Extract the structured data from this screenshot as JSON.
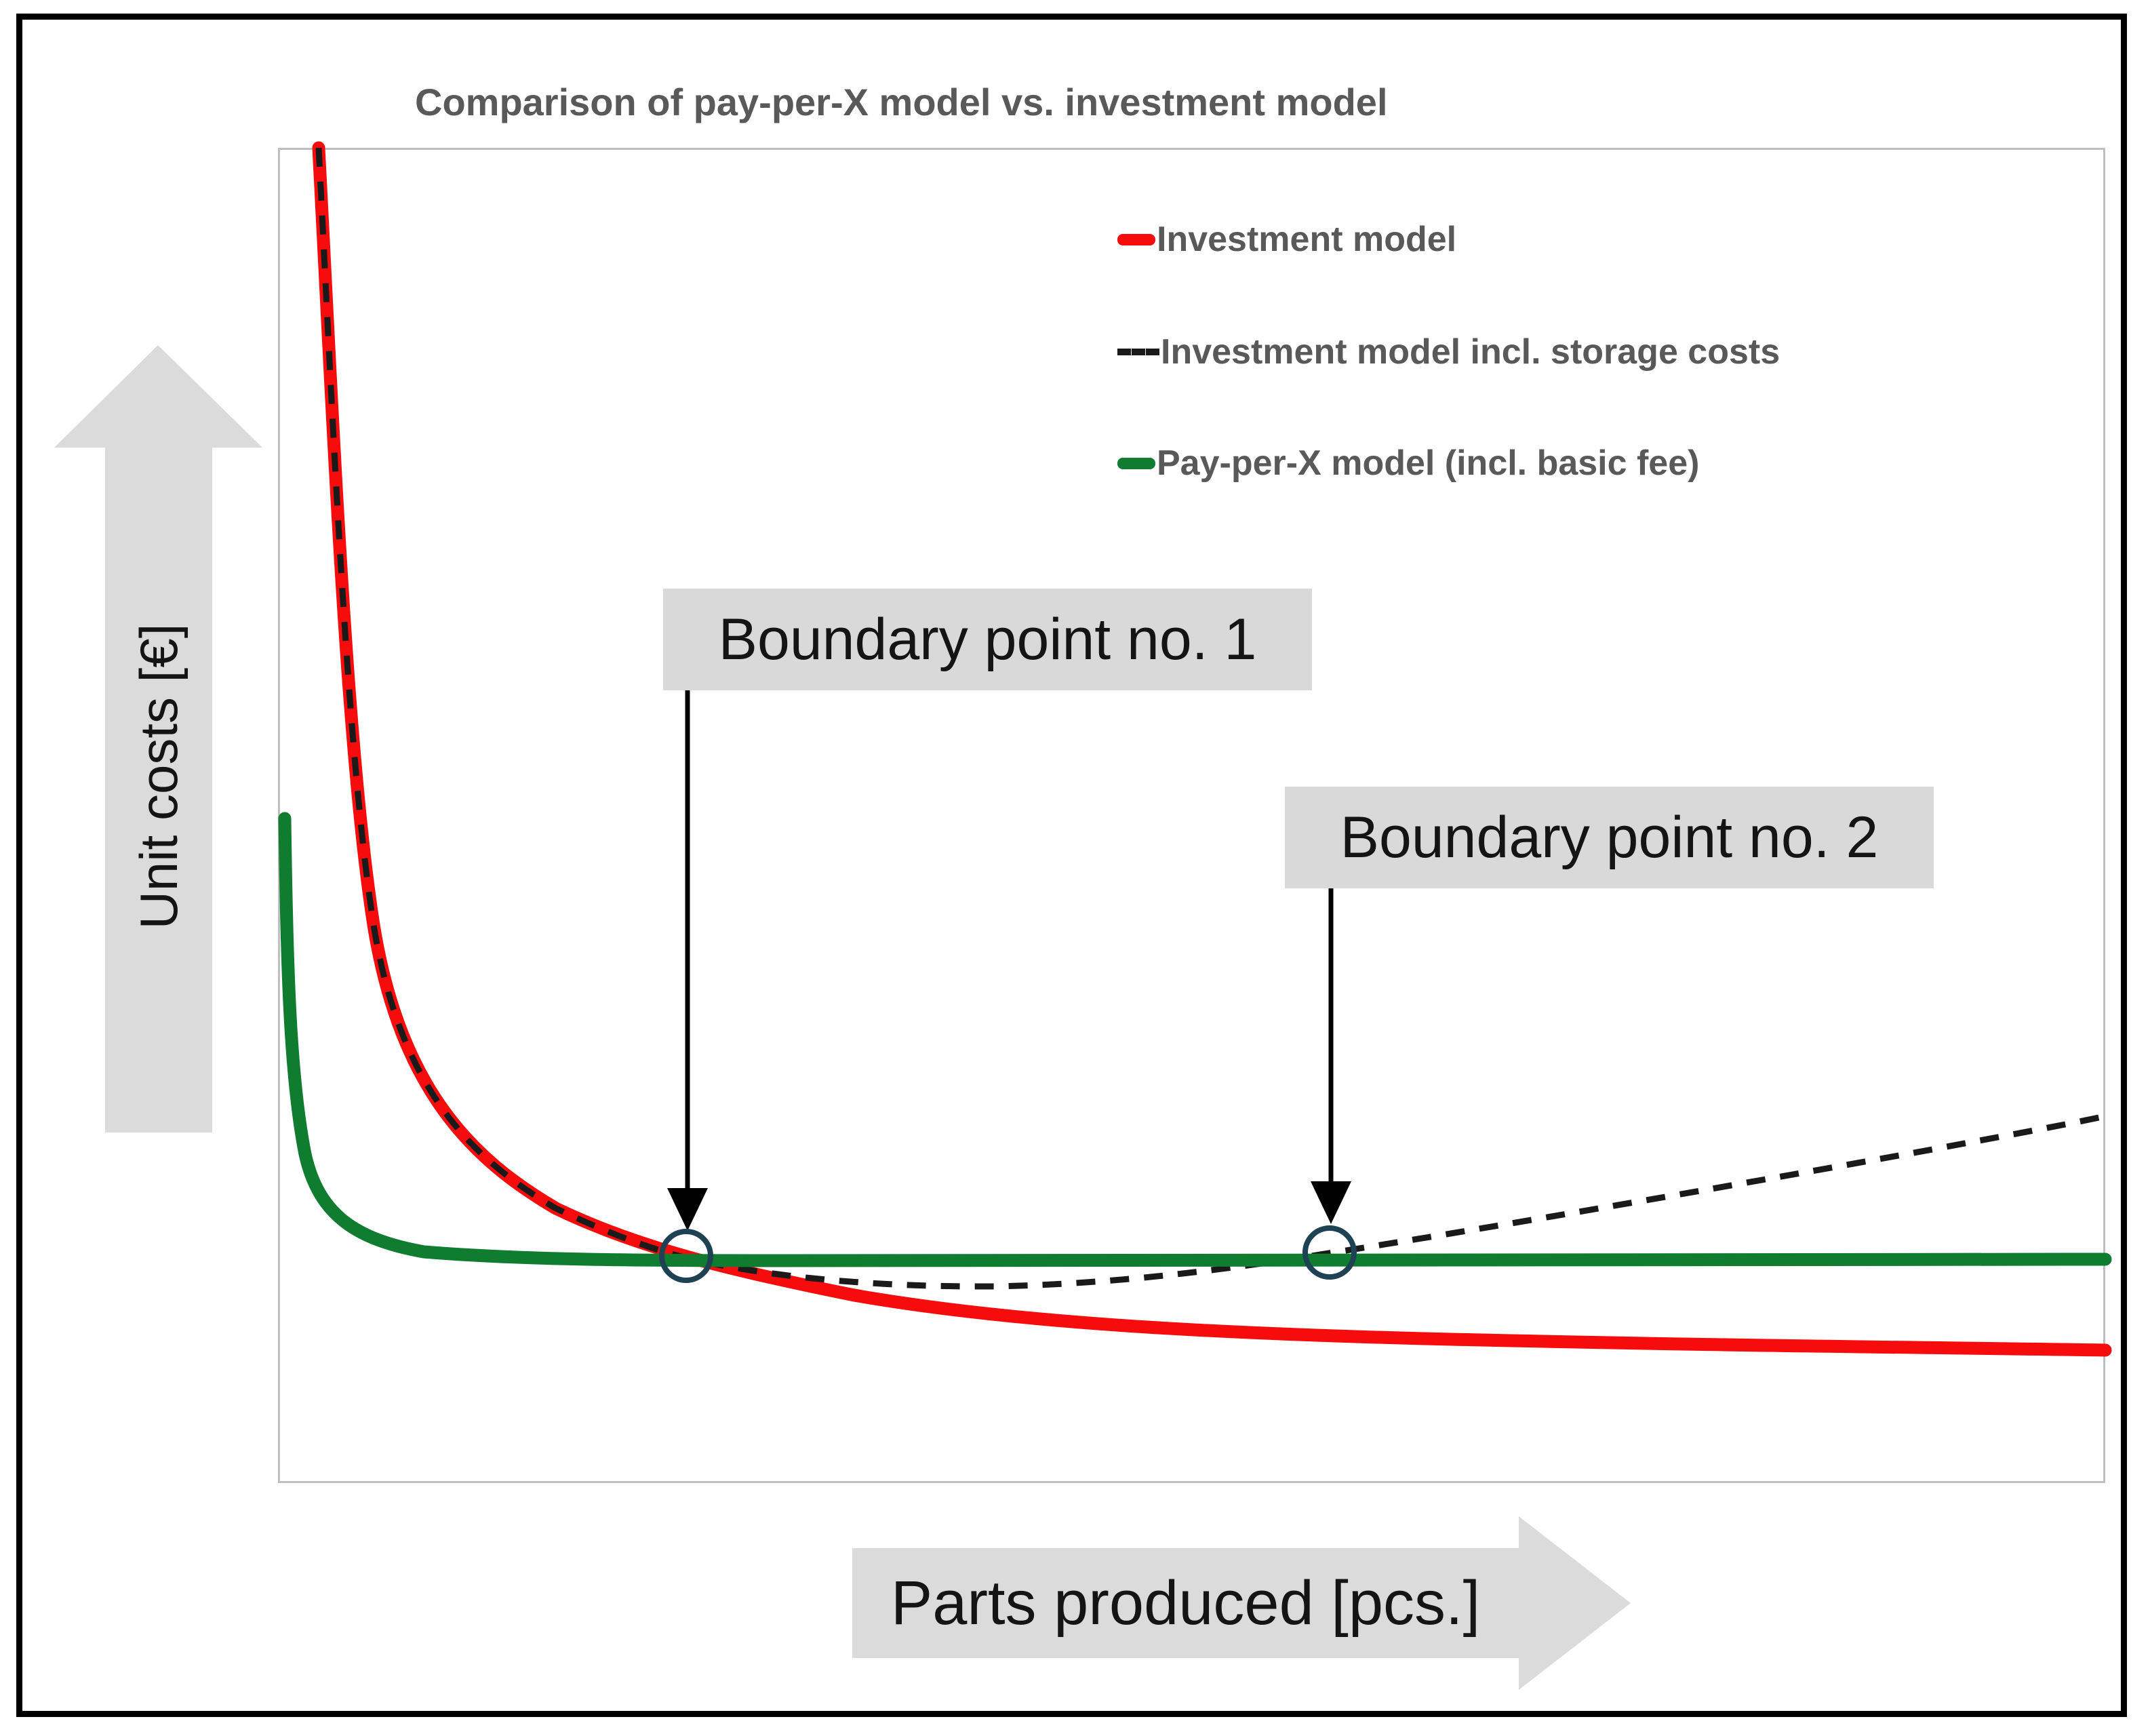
{
  "title": "Comparison of pay-per-X model vs. investment model",
  "axes": {
    "y_label": "Unit costs [€]",
    "x_label": "Parts produced [pcs.]"
  },
  "legend": {
    "position": "top-right-inside",
    "items": [
      {
        "label": "Investment model",
        "color": "#f60c0c",
        "line_style": "solid"
      },
      {
        "label": "Investment model incl. storage costs",
        "color": "#1a1a1a",
        "line_style": "dashed"
      },
      {
        "label": "Pay-per-X model (incl. basic fee)",
        "color": "#0f7c2f",
        "line_style": "solid"
      }
    ]
  },
  "annotations": {
    "boundary1": {
      "label": "Boundary point no. 1",
      "marker": "circle-outline"
    },
    "boundary2": {
      "label": "Boundary point no. 2",
      "marker": "circle-outline"
    }
  },
  "colors": {
    "investment_model": "#f60c0c",
    "investment_model_storage": "#1a1a1a",
    "pay_per_x": "#0f7c2f",
    "boundary_circle": "#1E4254",
    "axis_arrow_fill": "#DBDBDB",
    "callout_background": "#D9D9D9",
    "plot_border": "#BFBFBF",
    "title_text": "#595959",
    "outer_frame": "#000000"
  },
  "chart_data": {
    "type": "line",
    "title": "Comparison of pay-per-X model vs. investment model",
    "xlabel": "Parts produced [pcs.]",
    "ylabel": "Unit costs [€]",
    "axis_scale_note": "qualitative axes, no tick labels; values normalized 0-100",
    "xlim": [
      0,
      100
    ],
    "ylim": [
      0,
      100
    ],
    "grid": false,
    "legend_position": "upper right",
    "series": [
      {
        "name": "Investment model",
        "style": "solid",
        "color": "#f60c0c",
        "x": [
          2.2,
          5.3,
          15.2,
          22.3,
          40.4,
          59.0,
          77.6,
          100
        ],
        "y": [
          100,
          41.5,
          20.6,
          16.9,
          12.3,
          11.1,
          10.5,
          10.0
        ]
      },
      {
        "name": "Investment model incl. storage costs",
        "style": "dashed",
        "color": "#1a1a1a",
        "x": [
          2.2,
          5.3,
          15.2,
          22.3,
          39.3,
          57.5,
          81.3,
          100
        ],
        "y": [
          100,
          41.5,
          20.6,
          16.9,
          14.7,
          17.2,
          22.7,
          27.5
        ]
      },
      {
        "name": "Pay-per-X model (incl. basic fee)",
        "style": "solid",
        "color": "#0f7c2f",
        "x": [
          0.4,
          1.4,
          7.8,
          25.6,
          57.5,
          100
        ],
        "y": [
          49.8,
          24.7,
          17.4,
          16.7,
          17.0,
          16.8
        ]
      }
    ],
    "annotations": [
      {
        "label": "Boundary point no. 1",
        "x": 22.3,
        "y": 16.9,
        "meaning": "intersection of investment model (incl. storage) and pay-per-X curves"
      },
      {
        "label": "Boundary point no. 2",
        "x": 57.5,
        "y": 17.0,
        "meaning": "intersection of investment model incl. storage costs and pay-per-X curves"
      }
    ]
  }
}
